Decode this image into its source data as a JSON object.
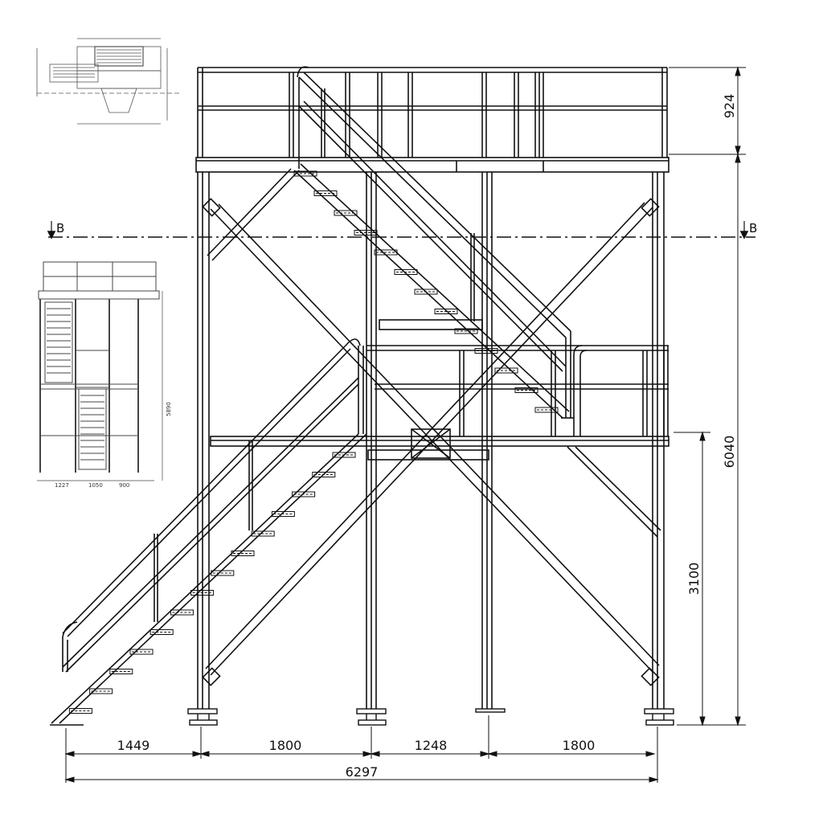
{
  "drawing": {
    "section_marker": "B",
    "horizontal_dims": [
      "1449",
      "1800",
      "1248",
      "1800"
    ],
    "overall_width": "6297",
    "vertical_dims": {
      "handrail": "924",
      "total_height": "6040",
      "intermediate_level": "3100"
    }
  },
  "inset_elevation": {
    "dims": [
      "1227",
      "1050",
      "900"
    ],
    "height": "5890"
  },
  "colors": {
    "line": "#111111",
    "dash": "#111111",
    "thumb": "#555555"
  }
}
